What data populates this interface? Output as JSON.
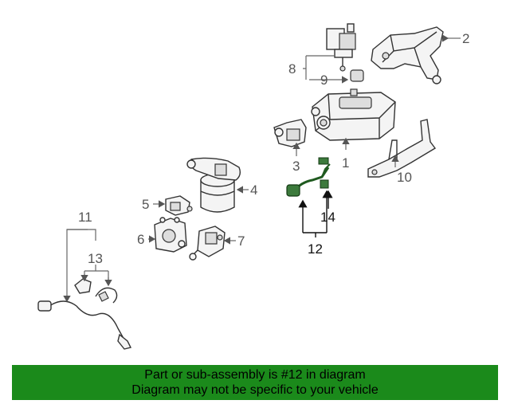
{
  "callouts": {
    "c1": "1",
    "c2": "2",
    "c3": "3",
    "c4": "4",
    "c5": "5",
    "c6": "6",
    "c7": "7",
    "c8": "8",
    "c9": "9",
    "c10": "10",
    "c11": "11",
    "c12": "12",
    "c13": "13",
    "c14": "14"
  },
  "banner": {
    "line1": "Part or sub-assembly is #12 in diagram",
    "line2": "Diagram may not be specific to your vehicle"
  },
  "colors": {
    "banner_bg": "#1b8a1b",
    "highlight_part": "#1f5a1f"
  }
}
